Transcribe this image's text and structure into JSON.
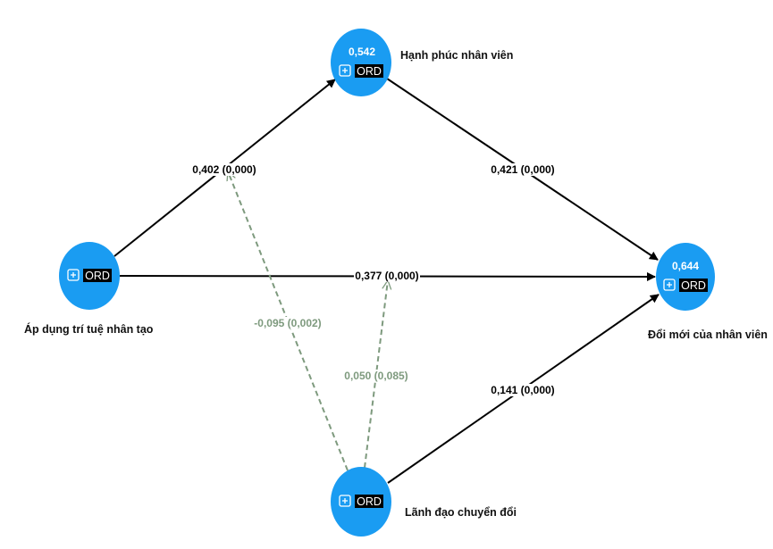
{
  "colors": {
    "node_fill": "#1a9cf2",
    "path_line": "#000000",
    "moderation_line": "#7e9a7e",
    "ord_badge": "#000000"
  },
  "nodes": [
    {
      "id": "ai",
      "name": "Áp dụng trí tuệ nhân tạo",
      "r2": null,
      "badge": "ORD",
      "icon": "expand-plus-icon"
    },
    {
      "id": "wb",
      "name": "Hạnh phúc nhân viên",
      "r2": "0,542",
      "badge": "ORD",
      "icon": "expand-plus-icon"
    },
    {
      "id": "inn",
      "name": "Đổi mới của nhân viên",
      "r2": "0,644",
      "badge": "ORD",
      "icon": "expand-plus-icon"
    },
    {
      "id": "tl",
      "name": "Lãnh đạo chuyển đổi",
      "r2": null,
      "badge": "ORD",
      "icon": "expand-plus-icon"
    }
  ],
  "paths": [
    {
      "from": "ai",
      "to": "wb",
      "label": "0,402 (0,000)",
      "type": "direct"
    },
    {
      "from": "wb",
      "to": "inn",
      "label": "0,421 (0,000)",
      "type": "direct"
    },
    {
      "from": "ai",
      "to": "inn",
      "label": "0,377 (0,000)",
      "type": "direct"
    },
    {
      "from": "tl",
      "to": "inn",
      "label": "0,141 (0,000)",
      "type": "direct"
    },
    {
      "from": "tl",
      "to": "path:ai-wb",
      "label": "-0,095 (0,002)",
      "type": "moderation"
    },
    {
      "from": "tl",
      "to": "path:ai-inn",
      "label": "0,050 (0,085)",
      "type": "moderation"
    }
  ]
}
